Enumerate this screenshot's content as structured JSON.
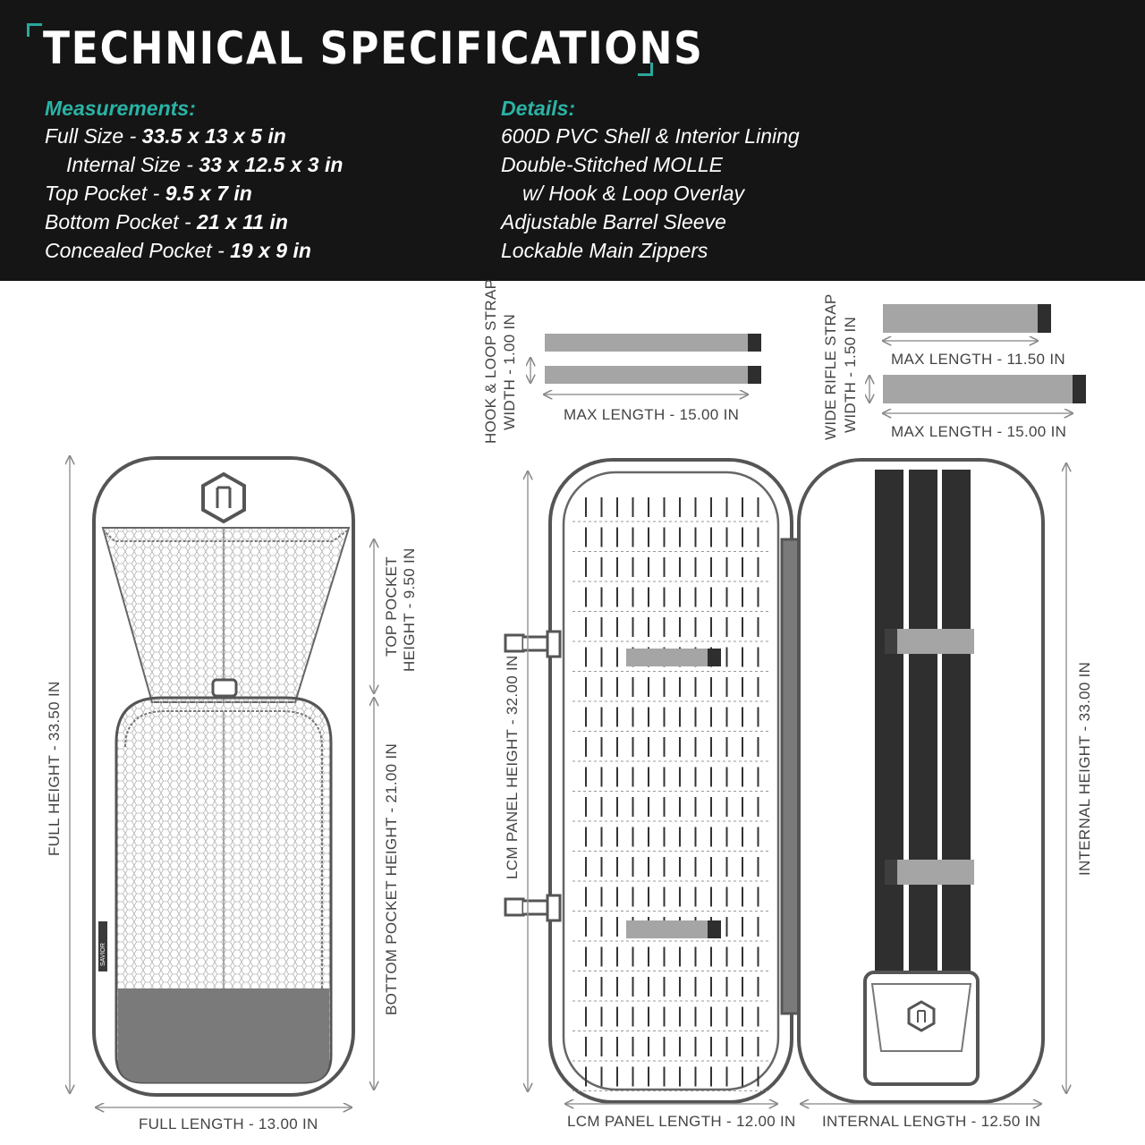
{
  "header": {
    "title": "Technical Specifications",
    "measurements": {
      "heading": "Measurements:",
      "rows": [
        {
          "label": "Full Size",
          "value": "33.5 x 13 x 5 in"
        },
        {
          "label": "Internal Size",
          "value": "33 x 12.5 x 3 in"
        },
        {
          "label": "Top Pocket",
          "value": "9.5 x 7 in"
        },
        {
          "label": "Bottom Pocket",
          "value": "21 x 11 in"
        },
        {
          "label": "Concealed Pocket",
          "value": "19 x 9 in"
        }
      ]
    },
    "details": {
      "heading": "Details:",
      "lines": [
        "600D PVC Shell & Interior Lining",
        "Double-Stitched MOLLE",
        "w/ Hook & Loop Overlay",
        "Adjustable Barrel Sleeve",
        "Lockable Main Zippers"
      ]
    },
    "accent_color": "#2ab3a5"
  },
  "diagram": {
    "labels": {
      "full_height": "FULL HEIGHT - 33.50 IN",
      "full_length": "FULL LENGTH -  13.00 IN",
      "top_pocket_line1": "TOP POCKET",
      "top_pocket_line2": "HEIGHT - 9.50 IN",
      "bottom_pocket": "BOTTOM POCKET HEIGHT - 21.00 IN",
      "lcm_height": "LCM PANEL HEIGHT - 32.00 IN",
      "lcm_length": "LCM PANEL LENGTH - 12.00 IN",
      "internal_height": "INTERNAL HEIGHT - 33.00 IN",
      "internal_length": "INTERNAL LENGTH - 12.50 IN",
      "hook_loop_line1": "HOOK & LOOP STRAP",
      "hook_loop_line2": "WIDTH - 1.00 IN",
      "hook_loop_max": "MAX LENGTH - 15.00 IN",
      "rifle_line1": "WIDE RIFLE STRAP",
      "rifle_line2": "WIDTH - 1.50 IN",
      "rifle_max_short": "MAX LENGTH - 11.50 IN",
      "rifle_max_long": "MAX LENGTH - 15.00 IN"
    },
    "brand_tag": "SAVIOR"
  }
}
